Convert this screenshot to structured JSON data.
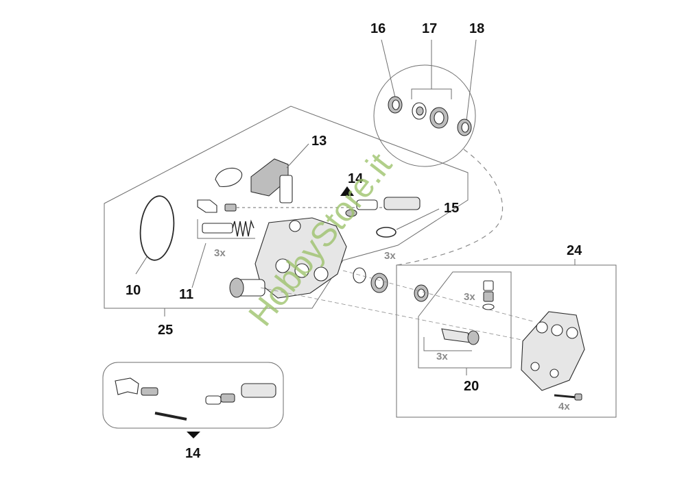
{
  "diagram": {
    "labels": {
      "p10": "10",
      "p11": "11",
      "p13": "13",
      "p14": "14",
      "p14b": "14",
      "p15": "15",
      "p16": "16",
      "p17": "17",
      "p18": "18",
      "p20": "20",
      "p24": "24",
      "p25": "25"
    },
    "quantities": {
      "q_springs": "3x",
      "q_seals": "3x",
      "q_valves": "3x",
      "q_pistons": "3x",
      "q_bolts": "4x"
    },
    "watermark": "HobbyStore.it",
    "colors": {
      "outline": "#6e6e6e",
      "part_stroke": "#2a2a2a",
      "part_fill": "#e6e6e6",
      "quantity_text": "#8a8a8a",
      "watermark": "#9cc26a"
    }
  }
}
